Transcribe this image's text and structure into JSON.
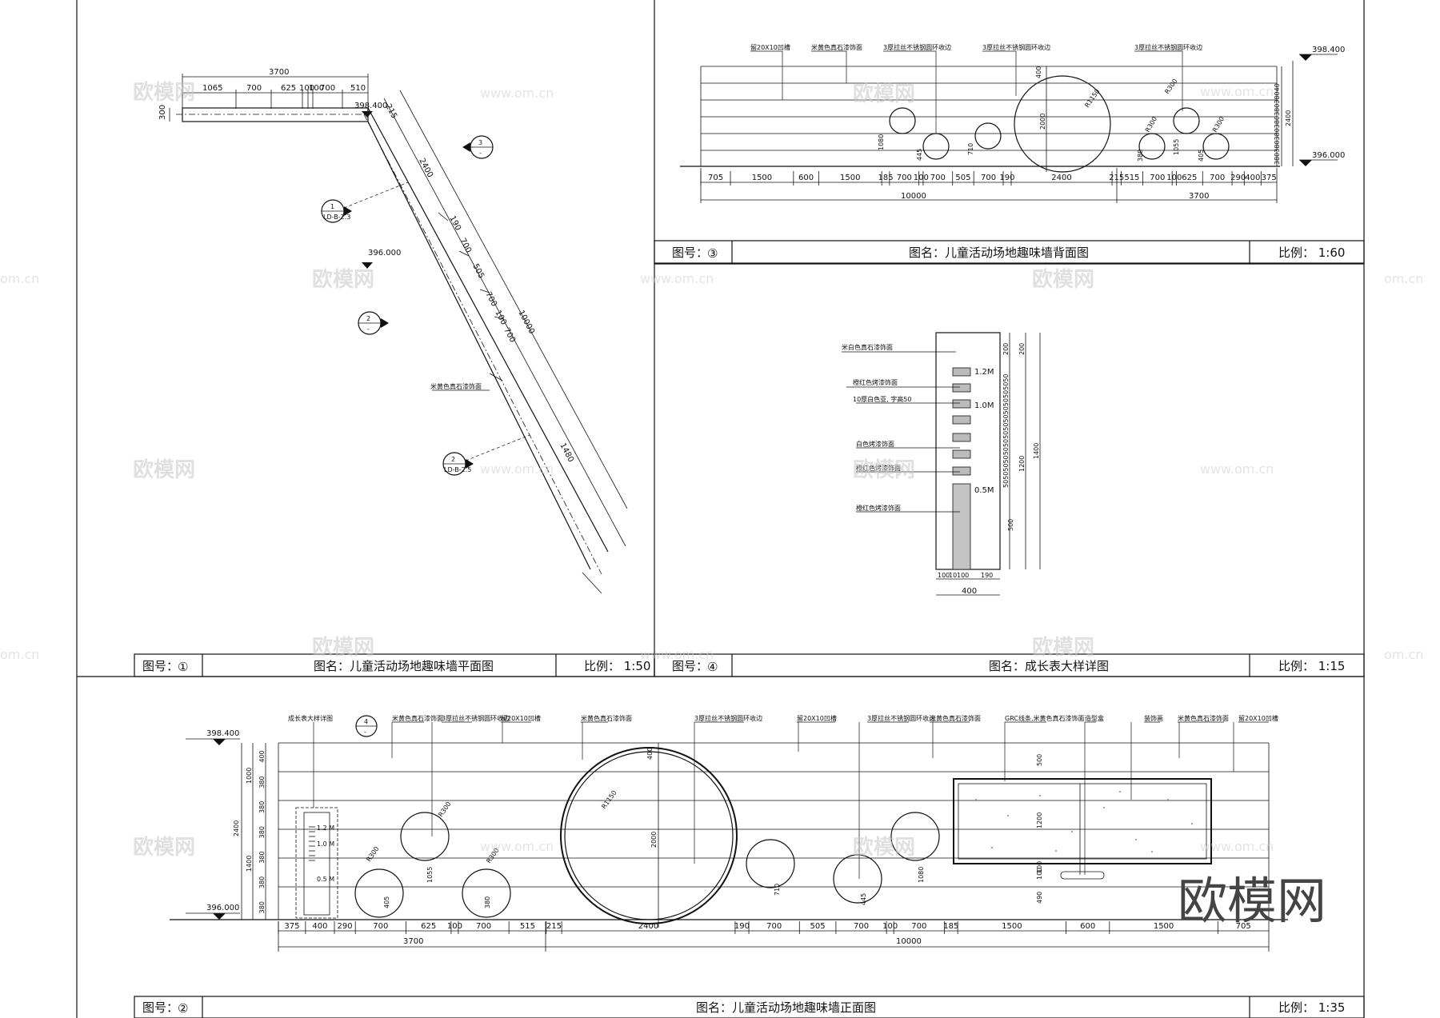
{
  "watermark": {
    "brand": "欧模网",
    "url": "www.om.cn",
    "domain_fragment": "om.cn"
  },
  "sheet1": {
    "fig_label": "图号：",
    "fig_num": "①",
    "title": "图名：儿童活动场地趣味墙平面图",
    "scale": "比例：  1:50",
    "dims_top": [
      "3700",
      "1065",
      "700",
      "625",
      "100",
      "100",
      "700",
      "510"
    ],
    "dim_300": "300",
    "elev_top": "398.400",
    "elev_396": "396.000",
    "dims_slant": [
      "215",
      "2400",
      "190",
      "700",
      "505",
      "700",
      "100",
      "700",
      "10000",
      "1480"
    ],
    "material_note": "米黄色真石漆饰面",
    "callout_1": {
      "num": "1",
      "ref": "LD-B-2.3"
    },
    "callout_2a": {
      "num": "2",
      "ref": "-"
    },
    "callout_2b": {
      "num": "2",
      "ref": "LD-B-2.5"
    },
    "callout_3": {
      "num": "3",
      "ref": "-"
    }
  },
  "sheet3": {
    "fig_label": "图号：",
    "fig_num": "③",
    "title": "图名：儿童活动场地趣味墙背面图",
    "scale": "比例：  1:60",
    "notes": [
      "留20X10凹槽",
      "米黄色真石漆饰面",
      "3厚拉丝不锈钢圆环收边",
      "3厚拉丝不锈钢圆环收边",
      "3厚拉丝不锈钢圆环收边"
    ],
    "elev_top": "398.400",
    "elev_bot": "396.000",
    "radius_big": "R1150",
    "radius_small": [
      "R300",
      "R300",
      "R300"
    ],
    "v_dims": [
      "400",
      "2000",
      "1080",
      "445",
      "710",
      "380",
      "1055",
      "405"
    ],
    "right_stack": "38038038038038038040",
    "right_total": "2400",
    "right_bottom": "380",
    "dims_bottom": [
      "705",
      "1500",
      "600",
      "1500",
      "185",
      "700",
      "100",
      "700",
      "505",
      "700",
      "190",
      "2400",
      "215",
      "515",
      "700",
      "100",
      "625",
      "700",
      "290",
      "400",
      "375"
    ],
    "total_10000": "10000",
    "total_3700": "3700"
  },
  "sheet4": {
    "fig_label": "图号：",
    "fig_num": "④",
    "title": "图名：成长表大样详图",
    "scale": "比例：  1:15",
    "notes": [
      "米白色真石漆饰面",
      "橙红色烤漆饰面",
      "10厚白色亚, 字高50",
      "白色烤漆饰面",
      "橙红色烤漆饰面",
      "橙红色烤漆饰面"
    ],
    "marks": [
      "1.2M",
      "1.0M",
      "0.5M"
    ],
    "right_dims": [
      "200",
      "200",
      "5050505050505050505050505050",
      "1400",
      "1200",
      "500"
    ],
    "bottom_dims": [
      "100",
      "10",
      "100",
      "190"
    ],
    "total_400": "400"
  },
  "sheet2": {
    "fig_label": "图号：",
    "fig_num": "②",
    "title": "图名：儿童活动场地趣味墙正面图",
    "scale": "比例：  1:35",
    "notes": [
      "成长表大样详图",
      "米黄色真石漆饰面",
      "3厚拉丝不锈钢圆环收边",
      "留20X10凹槽",
      "米黄色真石漆饰面",
      "3厚拉丝不锈钢圆环收边",
      "留20X10凹槽",
      "3厚拉丝不锈钢圆环收边",
      "米黄色真石漆饰面",
      "GRC线条,米黄色真石漆饰面",
      "造型盒",
      "装饰画",
      "米黄色真石漆饰面",
      "留20X10凹槽"
    ],
    "callout": {
      "num": "4",
      "ref": "-"
    },
    "elev_top": "398.400",
    "elev_bot": "396.000",
    "left_stack": [
      "400",
      "380",
      "380",
      "380",
      "380",
      "380",
      "380"
    ],
    "left_totals": [
      "1000",
      "1400",
      "2400"
    ],
    "marks": [
      "1.2 M",
      "1.0 M",
      "0.5 M"
    ],
    "radius_big": "R1150",
    "radius_small": [
      "R300",
      "R300",
      "R300"
    ],
    "v_dims": [
      "400",
      "2000",
      "1055",
      "405",
      "380",
      "710",
      "445",
      "1080",
      "500",
      "1200",
      "100",
      "100",
      "490"
    ],
    "dims_bottom": [
      "375",
      "400",
      "290",
      "700",
      "625",
      "100",
      "700",
      "515",
      "215",
      "2400",
      "190",
      "700",
      "505",
      "700",
      "100",
      "700",
      "185",
      "1500",
      "600",
      "1500",
      "705"
    ],
    "total_3700": "3700",
    "total_10000": "10000"
  }
}
